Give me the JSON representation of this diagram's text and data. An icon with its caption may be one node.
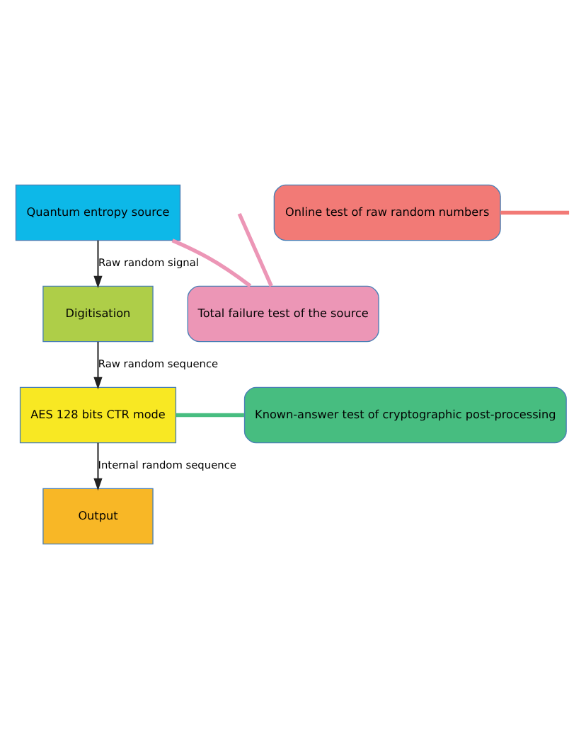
{
  "diagram": {
    "nodes": [
      {
        "text": [
          "Quantum entropy source"
        ]
      },
      {
        "text": [
          "Digitisation"
        ]
      },
      {
        "text": [
          "Total failure test of the source"
        ]
      },
      {
        "text": [
          "Online test of raw random numbers"
        ]
      },
      {
        "text": [
          "AES 128 bits CTR mode"
        ]
      },
      {
        "text": [
          "Known-answer test of cryptographic post-processing"
        ]
      },
      {
        "text": [
          "Output"
        ]
      }
    ],
    "edges": [
      {
        "from": 0,
        "to": 1,
        "arrow": "to",
        "label": "Raw random signal"
      },
      {
        "from": 1,
        "to": 4,
        "arrow": "to",
        "label": "Raw random sequence"
      },
      {
        "from": 4,
        "to": 6,
        "arrow": "to",
        "label": "Internal random sequence"
      },
      {
        "from": 2,
        "to": 0,
        "arrow": "none",
        "color": "#ec96b6"
      },
      {
        "from": 2,
        "to": null,
        "arrow": "none",
        "color": "#ec96b6"
      },
      {
        "from": 3,
        "to": null,
        "arrow": "none",
        "color": "#f27a76"
      },
      {
        "from": 5,
        "to": 4,
        "arrow": "none",
        "color": "#47bd80"
      }
    ]
  }
}
